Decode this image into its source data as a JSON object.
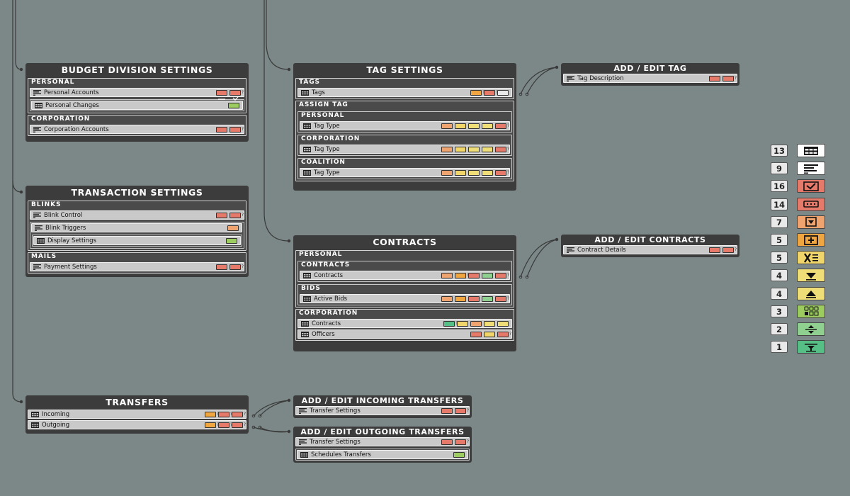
{
  "colors": {
    "background": "#7b8887",
    "panel": "#3c3c3c",
    "row": "#c9c9c9",
    "edit": "#e57a6b",
    "ellipsis": "#e57a6b",
    "move": "#efa36f",
    "add": "#f0a640",
    "delete": "#f0d56a",
    "sort_down": "#efde78",
    "sort_up": "#efde78",
    "grid": "#9ccc60",
    "reorder": "#8fcf90",
    "filter": "#55bf85",
    "table": "#ffffff"
  },
  "panels": {
    "budget": {
      "title": "BUDGET DIVISION SETTINGS",
      "personal": "PERSONAL",
      "personal_accounts": "Personal Accounts",
      "personal_changes": "Personal Changes",
      "corporation": "CORPORATION",
      "corporation_accounts": "Corporation Accounts"
    },
    "transaction": {
      "title": "TRANSACTION SETTINGS",
      "blinks": "BLINKS",
      "blink_control": "Blink Control",
      "blink_triggers": "Blink Triggers",
      "display_settings": "Display Settings",
      "mails": "MAILS",
      "payment_settings": "Payment Settings"
    },
    "transfers": {
      "title": "TRANSFERS",
      "incoming": "Incoming",
      "outgoing": "Outgoing"
    },
    "tag": {
      "title": "TAG SETTINGS",
      "tags_section": "TAGS",
      "tags": "Tags",
      "assign_tag": "ASSIGN TAG",
      "personal": "PERSONAL",
      "corporation": "CORPORATION",
      "coalition": "COALITION",
      "tag_type": "Tag Type"
    },
    "contracts": {
      "title": "CONTRACTS",
      "personal": "PERSONAL",
      "contracts_section": "CONTRACTS",
      "contracts": "Contracts",
      "bids_section": "BIDS",
      "active_bids": "Active Bids",
      "corporation": "CORPORATION",
      "corp_contracts": "Contracts",
      "officers": "Officers"
    },
    "add_tag": {
      "title": "ADD / EDIT TAG",
      "tag_description": "Tag Description"
    },
    "add_contracts": {
      "title": "ADD / EDIT CONTRACTS",
      "contract_details": "Contract Details"
    },
    "add_incoming": {
      "title": "ADD / EDIT INCOMING TRANSFERS",
      "transfer_settings": "Transfer Settings"
    },
    "add_outgoing": {
      "title": "ADD / EDIT OUTGOING TRANSFERS",
      "transfer_settings": "Transfer Settings",
      "schedules_transfers": "Schedules Transfers"
    }
  },
  "legend": [
    {
      "count": "13",
      "icon": "table-icon",
      "color": "#ffffff"
    },
    {
      "count": "9",
      "icon": "form-icon",
      "color": "#ffffff"
    },
    {
      "count": "16",
      "icon": "edit-icon",
      "color": "#e57a6b"
    },
    {
      "count": "14",
      "icon": "ellipsis-icon",
      "color": "#e57a6b"
    },
    {
      "count": "7",
      "icon": "dropdown-icon",
      "color": "#efa36f"
    },
    {
      "count": "5",
      "icon": "add-icon",
      "color": "#f0a640"
    },
    {
      "count": "5",
      "icon": "delete-icon",
      "color": "#f0d56a"
    },
    {
      "count": "4",
      "icon": "sort-down-icon",
      "color": "#efde78"
    },
    {
      "count": "4",
      "icon": "sort-up-icon",
      "color": "#efde78"
    },
    {
      "count": "3",
      "icon": "grid-icon",
      "color": "#9ccc60"
    },
    {
      "count": "2",
      "icon": "reorder-icon",
      "color": "#8fcf90"
    },
    {
      "count": "1",
      "icon": "filter-icon",
      "color": "#55bf85"
    }
  ]
}
